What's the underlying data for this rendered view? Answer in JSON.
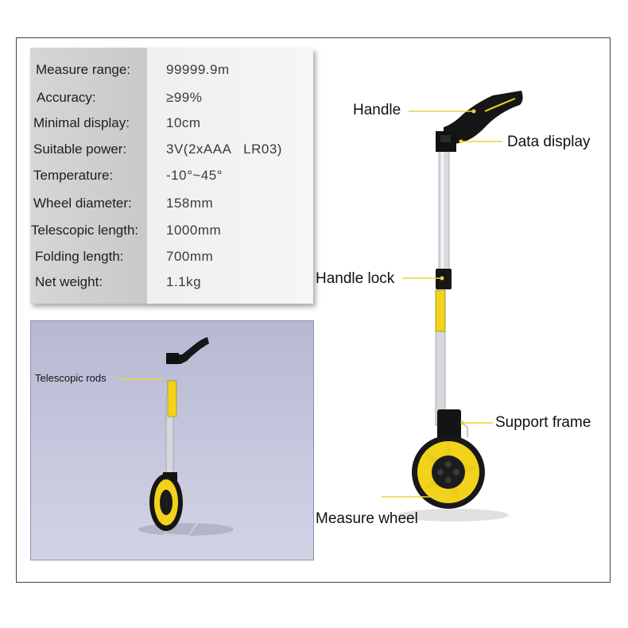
{
  "specs": {
    "rows": [
      {
        "label": "Measure range:",
        "value": "99999.9m"
      },
      {
        "label": "Accuracy:",
        "value": "≥99%"
      },
      {
        "label": "Minimal display:",
        "value": "10cm"
      },
      {
        "label": "Suitable power:",
        "value": "3V(2xAAA   LR03)"
      },
      {
        "label": "Temperature:",
        "value": "-10°~45°"
      },
      {
        "label": "Wheel diameter:",
        "value": "158mm"
      },
      {
        "label": "Telescopic length:",
        "value": "1000mm"
      },
      {
        "label": "Folding length:",
        "value": "700mm"
      },
      {
        "label": "Net weight:",
        "value": "1.1kg"
      }
    ]
  },
  "photo": {
    "callout": "Telescopic rods"
  },
  "product": {
    "callouts": {
      "handle": "Handle",
      "data_display": "Data display",
      "handle_lock": "Handle lock",
      "support_frame": "Support frame",
      "measure_wheel": "Measure wheel"
    }
  },
  "colors": {
    "accent_yellow": "#f2d21a",
    "body_black": "#151515",
    "rod_silver": "#cfd2d6",
    "leader_line": "#e8d63a"
  }
}
